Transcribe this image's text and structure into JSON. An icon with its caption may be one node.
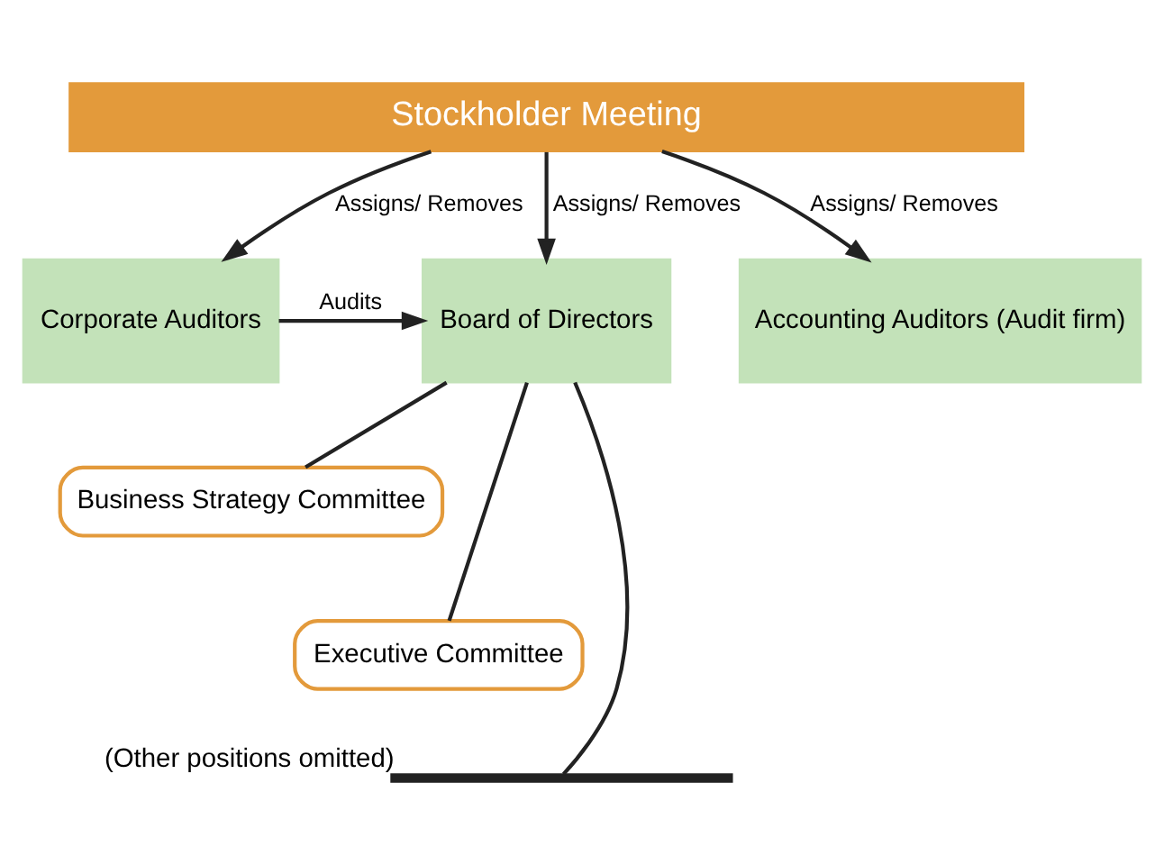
{
  "diagram": {
    "nodes": [
      {
        "text": [
          "Stockholder Meeting"
        ]
      },
      {
        "text": [
          "Corporate Auditors"
        ]
      },
      {
        "text": [
          "Board of Directors"
        ]
      },
      {
        "text": [
          "Accounting Auditors (Audit firm)"
        ]
      },
      {
        "text": [
          "Business Strategy Committee"
        ]
      },
      {
        "text": [
          "Executive Committee"
        ]
      },
      {
        "text": [],
        "shape": "bar",
        "beside": [
          "(Other positions omitted)"
        ]
      }
    ],
    "edges": [
      {
        "from": 0,
        "to": 1,
        "arrow": "to",
        "label": "Assigns/ Removes"
      },
      {
        "from": 0,
        "to": 2,
        "arrow": "to",
        "label": "Assigns/ Removes"
      },
      {
        "from": 0,
        "to": 3,
        "arrow": "to",
        "label": "Assigns/ Removes"
      },
      {
        "from": 1,
        "to": 2,
        "arrow": "to",
        "label": "Audits"
      },
      {
        "from": 2,
        "to": 4,
        "arrow": "none"
      },
      {
        "from": 2,
        "to": 5,
        "arrow": "none"
      },
      {
        "from": 2,
        "to": 6,
        "arrow": "none"
      }
    ]
  }
}
